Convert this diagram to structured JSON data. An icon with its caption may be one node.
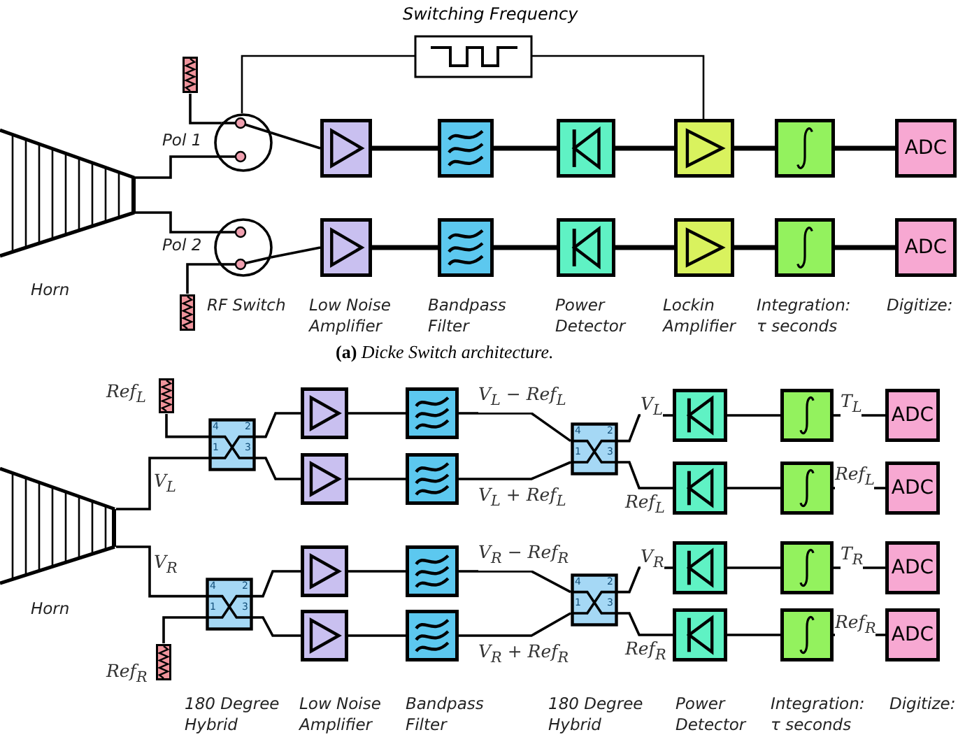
{
  "diagram": {
    "nodes": [
      {
        "text": [],
        "shape": "horn",
        "beside": [
          "Horn"
        ]
      },
      {
        "text": [
          "Switching Frequency"
        ]
      },
      {
        "text": [],
        "shape": "resistor"
      },
      {
        "text": [],
        "shape": "circle"
      },
      {
        "text": [],
        "shape": "resistor"
      },
      {
        "text": [],
        "shape": "circle",
        "beside": [
          "RF Switch"
        ]
      },
      {
        "text": [],
        "shape": "amplifier"
      },
      {
        "text": [],
        "shape": "filter"
      },
      {
        "text": [],
        "shape": "detector"
      },
      {
        "text": [],
        "shape": "amplifier"
      },
      {
        "text": [],
        "shape": "integrator"
      },
      {
        "text": [
          "ADC"
        ]
      },
      {
        "text": [],
        "shape": "amplifier",
        "beside": [
          "Low Noise Amplifier"
        ]
      },
      {
        "text": [],
        "shape": "filter",
        "beside": [
          "Bandpass Filter"
        ]
      },
      {
        "text": [],
        "shape": "detector",
        "beside": [
          "Power Detector"
        ]
      },
      {
        "text": [],
        "shape": "amplifier",
        "beside": [
          "Lockin Amplifier"
        ]
      },
      {
        "text": [],
        "shape": "integrator",
        "beside": [
          "Integration: τ seconds"
        ]
      },
      {
        "text": [
          "ADC"
        ],
        "beside": [
          "Digitize:"
        ]
      },
      {
        "text": [],
        "shape": "horn",
        "beside": [
          "Horn"
        ]
      },
      {
        "text": [],
        "shape": "resistor",
        "beside": [
          "Ref$_{L}$"
        ]
      },
      {
        "text": [
          "4",
          "2",
          "1",
          "3"
        ]
      },
      {
        "text": [],
        "shape": "resistor",
        "beside": [
          "Ref$_{R}$"
        ]
      },
      {
        "text": [
          "4",
          "2",
          "1",
          "3"
        ]
      },
      {
        "text": [],
        "shape": "amplifier"
      },
      {
        "text": [],
        "shape": "amplifier"
      },
      {
        "text": [],
        "shape": "amplifier"
      },
      {
        "text": [],
        "shape": "amplifier",
        "beside": [
          "Low Noise Amplifier"
        ]
      },
      {
        "text": [],
        "shape": "filter"
      },
      {
        "text": [],
        "shape": "filter"
      },
      {
        "text": [],
        "shape": "filter"
      },
      {
        "text": [],
        "shape": "filter",
        "beside": [
          "Bandpass Filter"
        ]
      },
      {
        "text": [
          "4",
          "2",
          "1",
          "3"
        ]
      },
      {
        "text": [
          "4",
          "2",
          "1",
          "3"
        ]
      },
      {
        "text": [],
        "shape": "detector"
      },
      {
        "text": [],
        "shape": "detector"
      },
      {
        "text": [],
        "shape": "detector"
      },
      {
        "text": [],
        "shape": "detector",
        "beside": [
          "Power Detector"
        ]
      },
      {
        "text": [],
        "shape": "integrator"
      },
      {
        "text": [],
        "shape": "integrator"
      },
      {
        "text": [],
        "shape": "integrator"
      },
      {
        "text": [],
        "shape": "integrator",
        "beside": [
          "Integration: τ seconds"
        ]
      },
      {
        "text": [
          "ADC"
        ]
      },
      {
        "text": [
          "ADC"
        ]
      },
      {
        "text": [
          "ADC"
        ]
      },
      {
        "text": [
          "ADC"
        ],
        "beside": [
          "Digitize:"
        ]
      }
    ],
    "edges": [
      {
        "from": 0,
        "to": 3,
        "arrow": "none",
        "label": "Pol 1"
      },
      {
        "from": 0,
        "to": 5,
        "arrow": "none",
        "label": "Pol 2"
      },
      {
        "from": 2,
        "to": 3,
        "arrow": "none"
      },
      {
        "from": 4,
        "to": 5,
        "arrow": "none"
      },
      {
        "from": 1,
        "to": 3,
        "arrow": "none"
      },
      {
        "from": 1,
        "to": 9,
        "arrow": "none"
      },
      {
        "from": 3,
        "to": 6,
        "arrow": "none"
      },
      {
        "from": 5,
        "to": 12,
        "arrow": "none"
      },
      {
        "from": 6,
        "to": 7,
        "arrow": "none",
        "style": "thick"
      },
      {
        "from": 7,
        "to": 8,
        "arrow": "none",
        "style": "thick"
      },
      {
        "from": 8,
        "to": 9,
        "arrow": "none",
        "style": "thick"
      },
      {
        "from": 9,
        "to": 10,
        "arrow": "none",
        "style": "thick"
      },
      {
        "from": 10,
        "to": 11,
        "arrow": "none",
        "style": "thick"
      },
      {
        "from": 12,
        "to": 13,
        "arrow": "none",
        "style": "thick"
      },
      {
        "from": 13,
        "to": 14,
        "arrow": "none",
        "style": "thick"
      },
      {
        "from": 14,
        "to": 15,
        "arrow": "none",
        "style": "thick"
      },
      {
        "from": 15,
        "to": 16,
        "arrow": "none",
        "style": "thick"
      },
      {
        "from": 16,
        "to": 17,
        "arrow": "none",
        "style": "thick"
      },
      {
        "from": 18,
        "to": 20,
        "arrow": "none",
        "label": "V$_{L}$"
      },
      {
        "from": 18,
        "to": 22,
        "arrow": "none",
        "label": "V$_{R}$"
      },
      {
        "from": 19,
        "to": 20,
        "arrow": "none"
      },
      {
        "from": 21,
        "to": 22,
        "arrow": "none"
      },
      {
        "from": 20,
        "to": 23,
        "arrow": "none"
      },
      {
        "from": 20,
        "to": 24,
        "arrow": "none"
      },
      {
        "from": 22,
        "to": 25,
        "arrow": "none"
      },
      {
        "from": 22,
        "to": 26,
        "arrow": "none"
      },
      {
        "from": 23,
        "to": 27,
        "arrow": "none"
      },
      {
        "from": 24,
        "to": 28,
        "arrow": "none"
      },
      {
        "from": 25,
        "to": 29,
        "arrow": "none"
      },
      {
        "from": 26,
        "to": 30,
        "arrow": "none"
      },
      {
        "from": 27,
        "to": 31,
        "arrow": "none",
        "label": "V$_{L}$ − Ref$_{L}$"
      },
      {
        "from": 28,
        "to": 31,
        "arrow": "none",
        "label": "V$_{L}$ + Ref$_{L}$"
      },
      {
        "from": 29,
        "to": 32,
        "arrow": "none",
        "label": "V$_{R}$ − Ref$_{R}$"
      },
      {
        "from": 30,
        "to": 32,
        "arrow": "none",
        "label": "V$_{R}$ + Ref$_{R}$"
      },
      {
        "from": 31,
        "to": 33,
        "arrow": "none",
        "label": "V$_{L}$"
      },
      {
        "from": 31,
        "to": 34,
        "arrow": "none",
        "label": "Ref$_{L}$"
      },
      {
        "from": 32,
        "to": 35,
        "arrow": "none",
        "label": "V$_{R}$"
      },
      {
        "from": 32,
        "to": 36,
        "arrow": "none",
        "label": "Ref$_{R}$"
      },
      {
        "from": 33,
        "to": 37,
        "arrow": "none"
      },
      {
        "from": 34,
        "to": 38,
        "arrow": "none"
      },
      {
        "from": 35,
        "to": 39,
        "arrow": "none"
      },
      {
        "from": 36,
        "to": 40,
        "arrow": "none"
      },
      {
        "from": 37,
        "to": 41,
        "arrow": "none",
        "label": "T$_{L}$"
      },
      {
        "from": 38,
        "to": 42,
        "arrow": "none",
        "label": "Ref$_{L}$"
      },
      {
        "from": 39,
        "to": 43,
        "arrow": "none",
        "label": "T$_{R}$"
      },
      {
        "from": 40,
        "to": 44,
        "arrow": "none",
        "label": "Ref$_{R}$"
      }
    ],
    "labels": [
      "**(a)** *Dicke Switch architecture.*",
      "180 Degree Hybrid",
      "180 Degree Hybrid"
    ]
  }
}
